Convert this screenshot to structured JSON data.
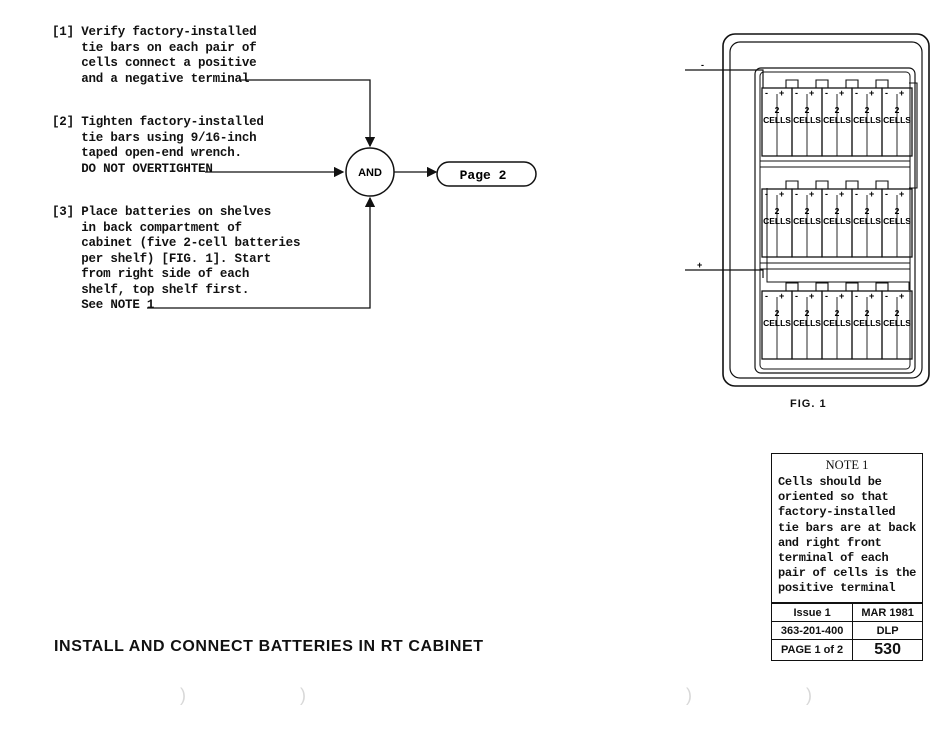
{
  "steps": [
    {
      "id": "[1]",
      "text": "[1] Verify factory-installed\n    tie bars on each pair of\n    cells connect a positive\n    and a negative terminal"
    },
    {
      "id": "[2]",
      "text": "[2] Tighten factory-installed\n    tie bars using 9/16-inch\n    taped open-end wrench.\n    DO NOT OVERTIGHTEN"
    },
    {
      "id": "[3]",
      "text": "[3] Place batteries on shelves\n    in back compartment of\n    cabinet (five 2-cell batteries\n    per shelf) [FIG. 1]. Start\n    from right side of each\n    shelf, top shelf first.\n    See NOTE 1"
    }
  ],
  "flow": {
    "and_label": "AND",
    "next_label": "Page 2"
  },
  "figure": {
    "cell_number": "2",
    "cell_word": "CELLS",
    "terminal_plus": "+",
    "terminal_minus": "-",
    "lead_negative": "-",
    "lead_positive": "+",
    "caption": "FIG. 1",
    "shelves": 3,
    "batteries_per_shelf": 5
  },
  "note": {
    "title": "NOTE 1",
    "body": "Cells should be\noriented so that\nfactory-installed\ntie bars are at back\nand right front\nterminal of each\npair of cells is the\npositive terminal"
  },
  "id_block": {
    "issue": "Issue 1",
    "date": "MAR 1981",
    "doc_number": "363-201-400",
    "dlp_label": "DLP",
    "page": "PAGE 1 of 2",
    "dlp_number": "530"
  },
  "title": "INSTALL AND CONNECT BATTERIES IN RT CABINET"
}
